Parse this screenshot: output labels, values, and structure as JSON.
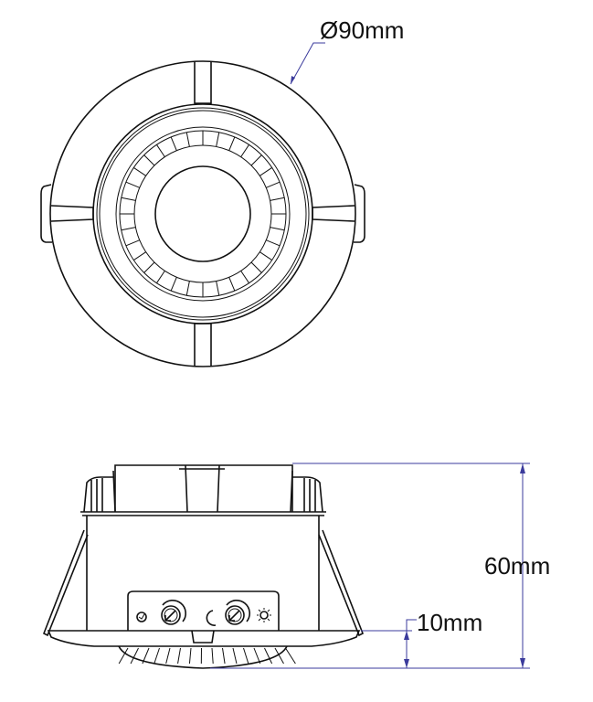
{
  "dimensions": {
    "diameter": "Ø90mm",
    "height": "60mm",
    "protrusion": "10mm"
  },
  "colors": {
    "line": "#111111",
    "dimension": "#3b3b9c"
  },
  "views": {
    "top": {
      "lens_segments": 32
    },
    "side": {
      "controls": [
        "time-icon",
        "time-knob",
        "moon-icon",
        "lux-knob",
        "sun-icon"
      ]
    }
  }
}
